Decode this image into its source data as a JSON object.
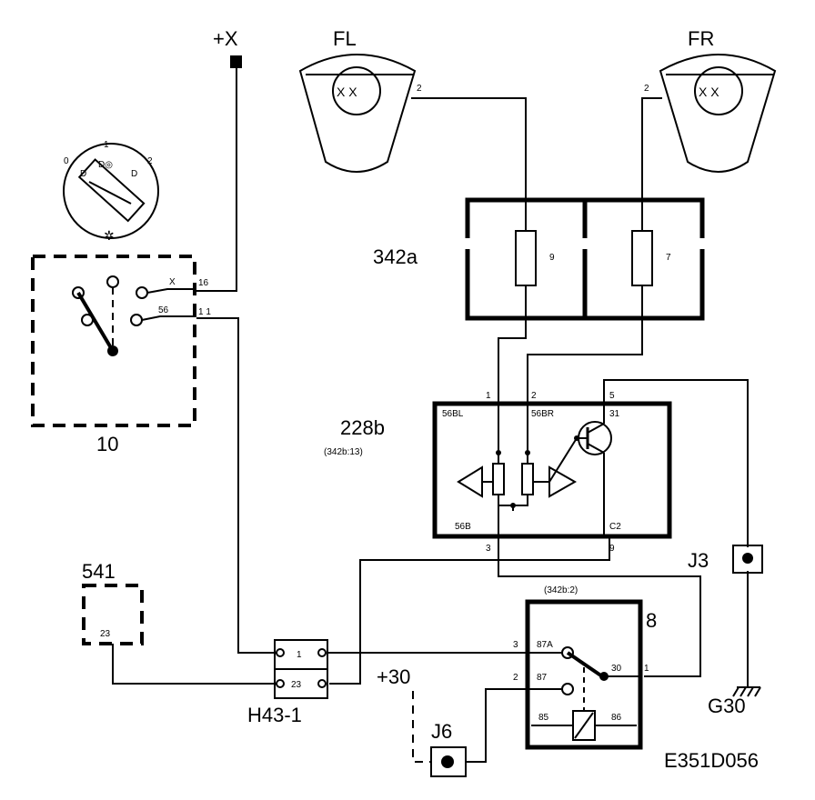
{
  "labels": {
    "plus_x": "+X",
    "fl": "FL",
    "fr": "FR",
    "fuse_box": "342a",
    "module": "228b",
    "module_ref": "(342b:13)",
    "switch_id": "10",
    "conn_541": "541",
    "relay_ref": "(342b:2)",
    "relay_id": "8",
    "j3": "J3",
    "g30": "G30",
    "plus_30": "+30",
    "j6": "J6",
    "h43": "H43-1",
    "drawing_no": "E351D056"
  },
  "pins": {
    "lamp_fl": "2",
    "lamp_fr": "2",
    "fuse_left": "9",
    "fuse_right": "7",
    "sw_x": "X",
    "sw_16": "16",
    "sw_56": "56",
    "sw_11": "1 1",
    "mod_1": "1",
    "mod_2": "2",
    "mod_5": "5",
    "mod_56bl": "56BL",
    "mod_56br": "56BR",
    "mod_31": "31",
    "mod_56b": "56B",
    "mod_c2": "C2",
    "mod_3": "3",
    "mod_9": "9",
    "c541_23": "23",
    "h43_1": "1",
    "h43_23": "23",
    "r_3": "3",
    "r_87a": "87A",
    "r_2": "2",
    "r_87": "87",
    "r_30": "30",
    "r_1": "1",
    "r_85": "85",
    "r_86": "86"
  },
  "switch_positions": [
    "0",
    "1",
    "2"
  ]
}
